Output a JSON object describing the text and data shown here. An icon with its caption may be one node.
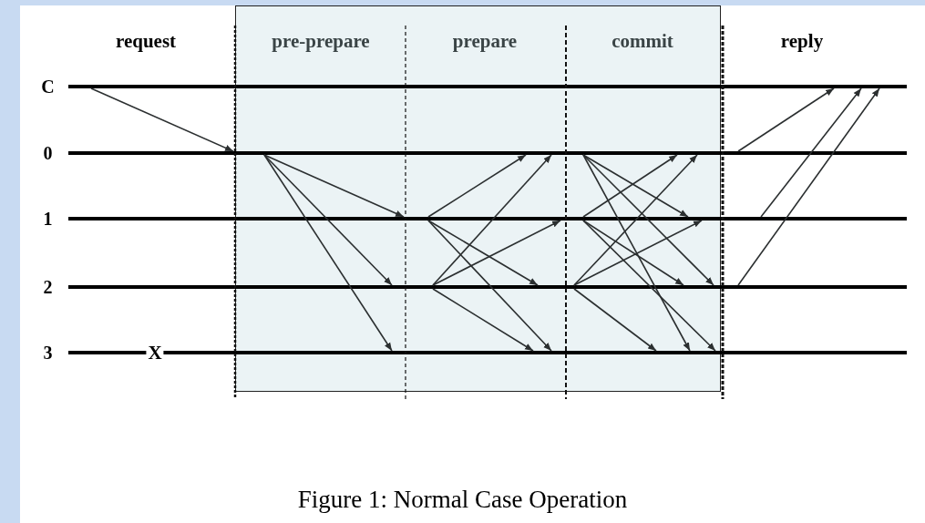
{
  "diagram": {
    "caption": "Figure 1: Normal Case Operation",
    "nodes": [
      {
        "text": [
          "C"
        ]
      },
      {
        "text": [
          "0"
        ]
      },
      {
        "text": [
          "1"
        ]
      },
      {
        "text": [
          "2"
        ]
      },
      {
        "text": [
          "3"
        ]
      }
    ],
    "edges": [
      {
        "from": 0,
        "to": 1,
        "arrow": "to"
      },
      {
        "from": 1,
        "to": 2,
        "arrow": "to"
      },
      {
        "from": 1,
        "to": 3,
        "arrow": "to"
      },
      {
        "from": 1,
        "to": 4,
        "arrow": "to"
      },
      {
        "from": 2,
        "to": 1,
        "arrow": "to"
      },
      {
        "from": 2,
        "to": 3,
        "arrow": "to"
      },
      {
        "from": 2,
        "to": 4,
        "arrow": "to"
      },
      {
        "from": 3,
        "to": 1,
        "arrow": "to"
      },
      {
        "from": 3,
        "to": 2,
        "arrow": "to"
      },
      {
        "from": 3,
        "to": 4,
        "arrow": "to"
      },
      {
        "from": 1,
        "to": 2,
        "arrow": "to"
      },
      {
        "from": 1,
        "to": 3,
        "arrow": "to"
      },
      {
        "from": 1,
        "to": 4,
        "arrow": "to"
      },
      {
        "from": 2,
        "to": 1,
        "arrow": "to"
      },
      {
        "from": 2,
        "to": 3,
        "arrow": "to"
      },
      {
        "from": 2,
        "to": 4,
        "arrow": "to"
      },
      {
        "from": 3,
        "to": 1,
        "arrow": "to"
      },
      {
        "from": 3,
        "to": 2,
        "arrow": "to"
      },
      {
        "from": 3,
        "to": 4,
        "arrow": "to"
      },
      {
        "from": 1,
        "to": 0,
        "arrow": "to"
      },
      {
        "from": 2,
        "to": 0,
        "arrow": "to"
      },
      {
        "from": 3,
        "to": 0,
        "arrow": "to"
      }
    ],
    "labels": [
      "request",
      "pre-prepare",
      "prepare",
      "commit",
      "reply",
      "X"
    ]
  }
}
